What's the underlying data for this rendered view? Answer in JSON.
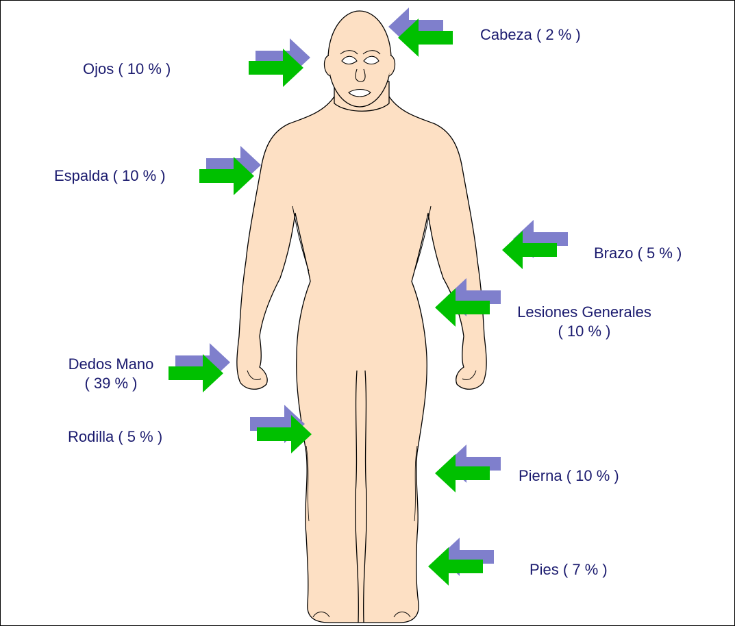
{
  "colors": {
    "text": "#1a1a6e",
    "skin": "#fde0c4",
    "outline": "#000000",
    "arrow_front": "#00c000",
    "arrow_shadow": "#7f7fcc"
  },
  "labels": {
    "cabeza": "Cabeza ( 2 % )",
    "ojos": "Ojos  ( 10 % )",
    "espalda": "Espalda  ( 10 % )",
    "brazo": "Brazo ( 5 % )",
    "lesiones_line1": "Lesiones Generales",
    "lesiones_line2": "( 10 % )",
    "dedos_line1": "Dedos Mano",
    "dedos_line2": "( 39 % )",
    "rodilla": "Rodilla ( 5 % )",
    "pierna": "Pierna ( 10 % )",
    "pies": "Pies ( 7 % )"
  }
}
